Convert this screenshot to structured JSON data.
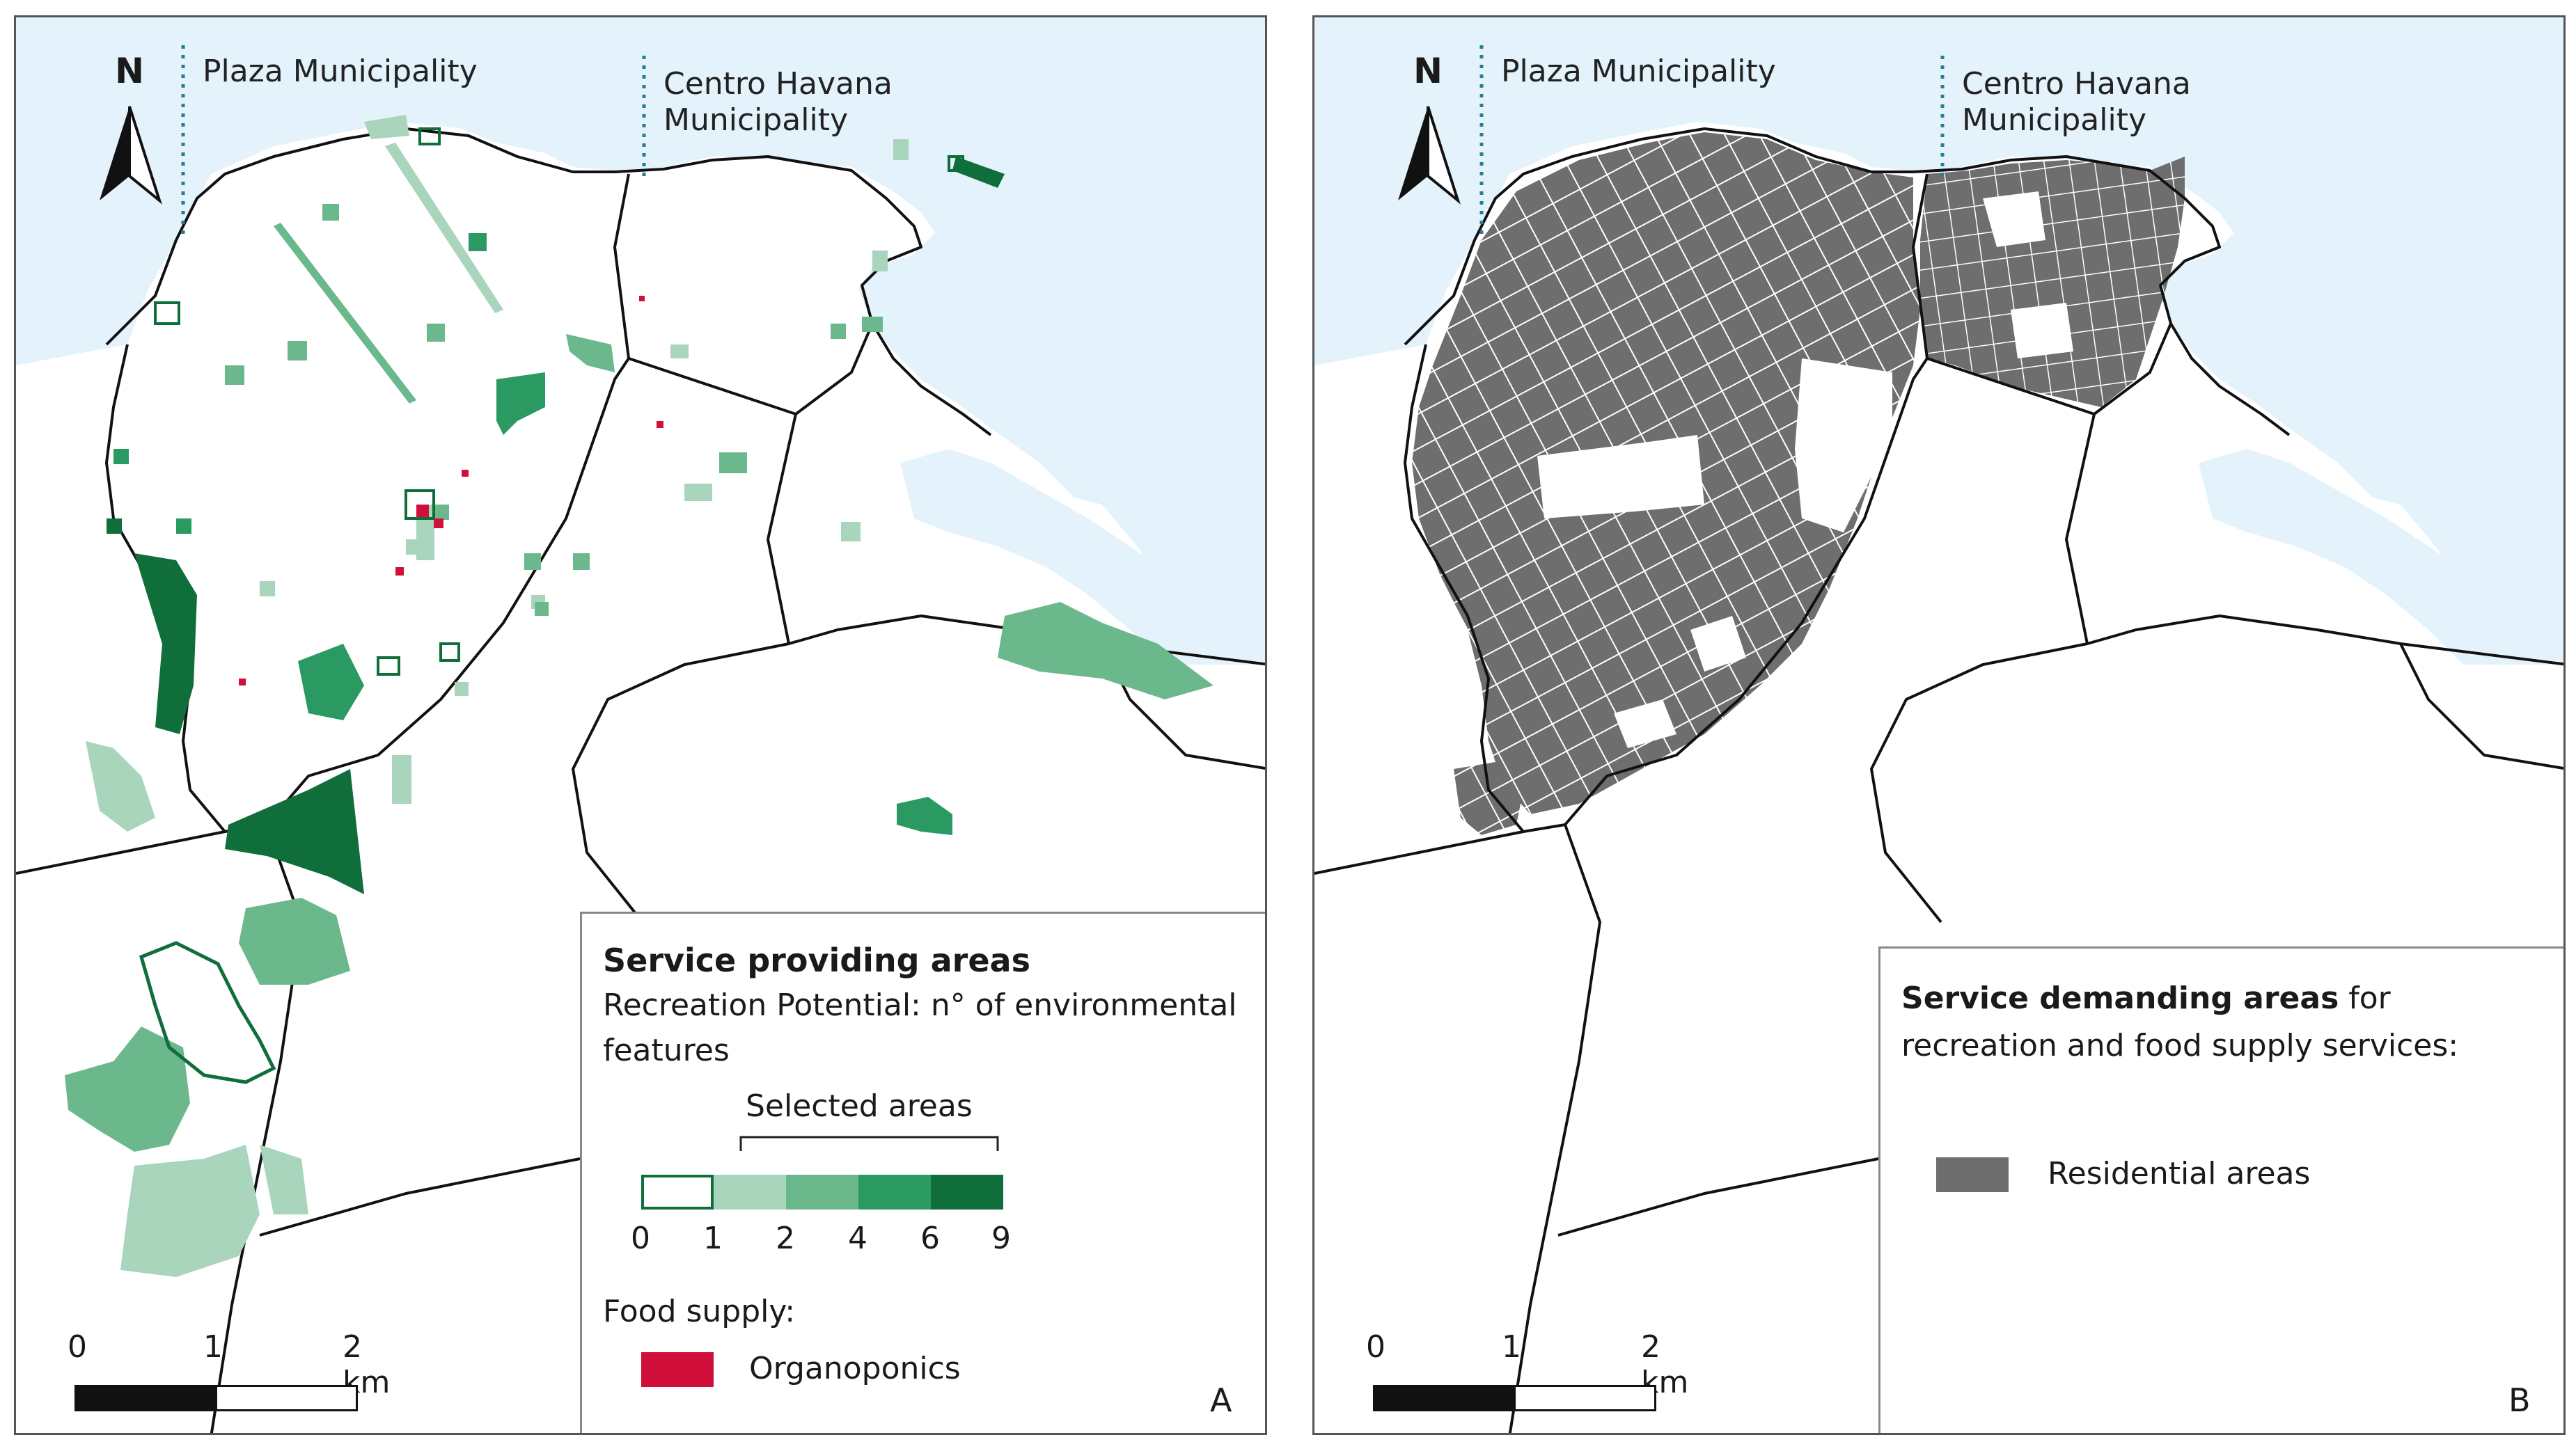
{
  "municipalities": {
    "plaza": "Plaza Municipality",
    "centro_line1": "Centro Havana",
    "centro_line2": "Municipality"
  },
  "north_arrow": "N",
  "scale_bar": {
    "ticks": [
      "0",
      "1",
      "2 km"
    ]
  },
  "colors": {
    "water": "#e4f2fb",
    "boundary": "#111111",
    "residential": "#6e6e6e",
    "organoponics": "#d0103a",
    "recreation_classes": [
      "#ffffff",
      "#a8d5bc",
      "#6bb88c",
      "#2a9a62",
      "#0f6e3a"
    ]
  },
  "panel_a": {
    "letter": "A",
    "legend": {
      "title": "Service providing areas",
      "subtitle_line1": "Recreation Potential: n° of environmental",
      "subtitle_line2": "features",
      "selected_label": "Selected areas",
      "class_breaks": [
        "0",
        "1",
        "2",
        "4",
        "6",
        "9"
      ],
      "food_title": "Food supply:",
      "food_item": "Organoponics"
    }
  },
  "panel_b": {
    "letter": "B",
    "legend": {
      "title_bold": "Service demanding areas",
      "title_rest": " for",
      "line2": "recreation and food supply services:",
      "item": "Residential areas"
    }
  }
}
